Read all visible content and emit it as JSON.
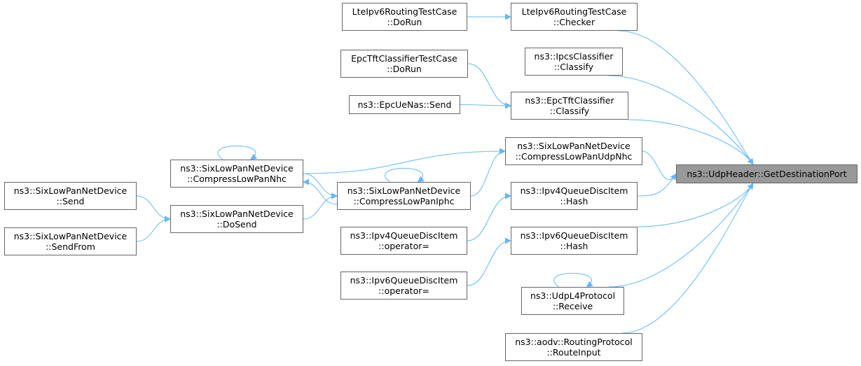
{
  "diagram": {
    "edge_color": "#63b8ff",
    "target_fill": "#999999",
    "nodes": [
      {
        "id": "gdp",
        "lines": [
          "ns3::UdpHeader::GetDestinationPort"
        ],
        "target": true
      },
      {
        "id": "lrc",
        "lines": [
          "LteIpv6RoutingTestCase",
          "::Checker"
        ]
      },
      {
        "id": "lrd",
        "lines": [
          "LteIpv6RoutingTestCase",
          "::DoRun"
        ]
      },
      {
        "id": "icc",
        "lines": [
          "ns3::IpcsClassifier",
          "::Classify"
        ]
      },
      {
        "id": "etd",
        "lines": [
          "EpcTftClassifierTestCase",
          "::DoRun"
        ]
      },
      {
        "id": "ens",
        "lines": [
          "ns3::EpcUeNas::Send"
        ]
      },
      {
        "id": "etc",
        "lines": [
          "ns3::EpcTftClassifier",
          "::Classify"
        ]
      },
      {
        "id": "udp",
        "lines": [
          "ns3::SixLowPanNetDevice",
          "::CompressLowPanUdpNhc"
        ]
      },
      {
        "id": "nhc",
        "lines": [
          "ns3::SixLowPanNetDevice",
          "::CompressLowPanNhc"
        ]
      },
      {
        "id": "iphc",
        "lines": [
          "ns3::SixLowPanNetDevice",
          "::CompressLowPanIphc"
        ]
      },
      {
        "id": "snd",
        "lines": [
          "ns3::SixLowPanNetDevice",
          "::Send"
        ]
      },
      {
        "id": "dos",
        "lines": [
          "ns3::SixLowPanNetDevice",
          "::DoSend"
        ]
      },
      {
        "id": "sfr",
        "lines": [
          "ns3::SixLowPanNetDevice",
          "::SendFrom"
        ]
      },
      {
        "id": "i4h",
        "lines": [
          "ns3::Ipv4QueueDiscItem",
          "::Hash"
        ]
      },
      {
        "id": "i4o",
        "lines": [
          "ns3::Ipv4QueueDiscItem",
          "::operator="
        ]
      },
      {
        "id": "i6h",
        "lines": [
          "ns3::Ipv6QueueDiscItem",
          "::Hash"
        ]
      },
      {
        "id": "i6o",
        "lines": [
          "ns3::Ipv6QueueDiscItem",
          "::operator="
        ]
      },
      {
        "id": "ulr",
        "lines": [
          "ns3::UdpL4Protocol",
          "::Receive"
        ]
      },
      {
        "id": "ari",
        "lines": [
          "ns3::aodv::RoutingProtocol",
          "::RouteInput"
        ]
      }
    ],
    "edges": [
      [
        "lrd",
        "lrc"
      ],
      [
        "lrc",
        "gdp"
      ],
      [
        "icc",
        "gdp"
      ],
      [
        "etd",
        "etc"
      ],
      [
        "ens",
        "etc"
      ],
      [
        "etc",
        "gdp"
      ],
      [
        "nhc",
        "udp"
      ],
      [
        "iphc",
        "udp"
      ],
      [
        "udp",
        "gdp"
      ],
      [
        "nhc",
        "nhc"
      ],
      [
        "iphc",
        "iphc"
      ],
      [
        "iphc",
        "nhc"
      ],
      [
        "nhc",
        "iphc"
      ],
      [
        "dos",
        "iphc"
      ],
      [
        "snd",
        "dos"
      ],
      [
        "sfr",
        "dos"
      ],
      [
        "i4h",
        "gdp"
      ],
      [
        "i4o",
        "i4h"
      ],
      [
        "i6h",
        "gdp"
      ],
      [
        "i6o",
        "i6h"
      ],
      [
        "ulr",
        "gdp"
      ],
      [
        "ulr",
        "ulr"
      ],
      [
        "ari",
        "gdp"
      ]
    ]
  }
}
